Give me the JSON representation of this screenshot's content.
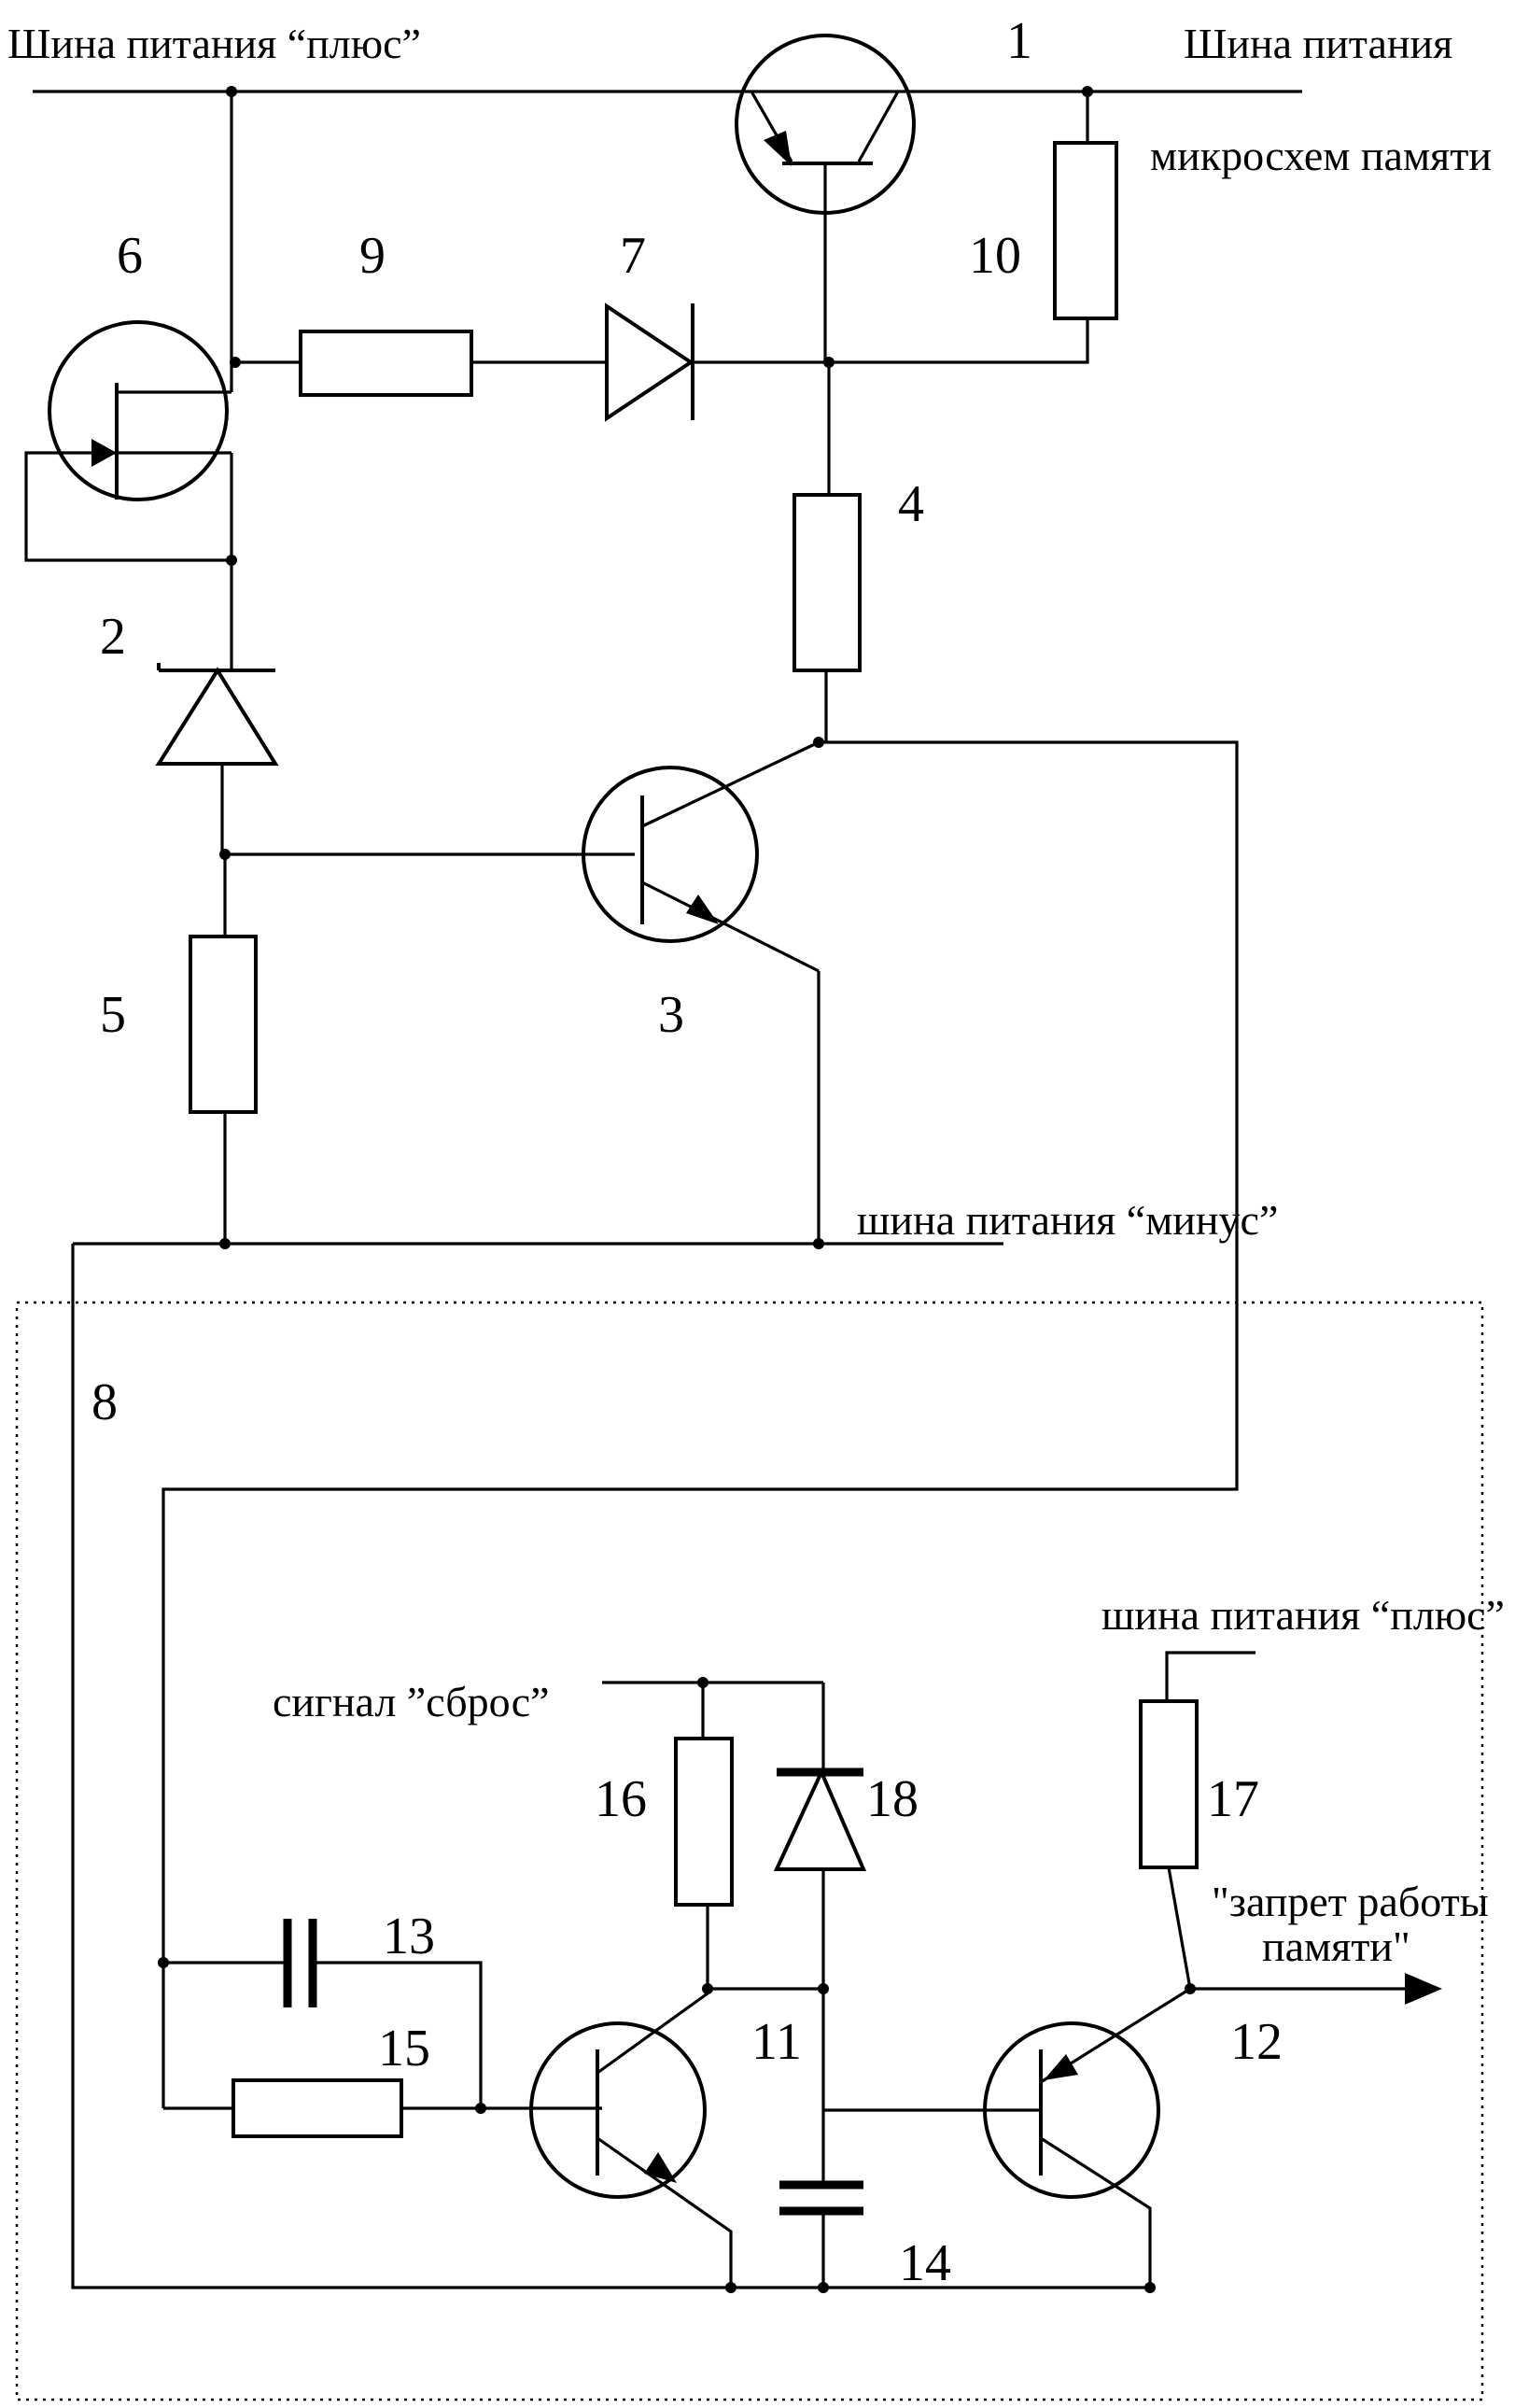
{
  "labels": {
    "bus_plus_top": "Шина питания “плюс”",
    "bus_mem_1": "Шина питания",
    "bus_mem_2": "микросхем памяти",
    "bus_minus": "шина питания “минус”",
    "bus_plus_bottom": "шина питания “плюс”",
    "reset_signal": "сигнал  ”сброс”",
    "mem_inhibit_1": "\"запрет работы",
    "mem_inhibit_2": "памяти\""
  },
  "components": {
    "c1": "1",
    "c2": "2",
    "c3": "3",
    "c4": "4",
    "c5": "5",
    "c6": "6",
    "c7": "7",
    "c8": "8",
    "c9": "9",
    "c10": "10",
    "c11": "11",
    "c12": "12",
    "c13": "13",
    "c14": "14",
    "c15": "15",
    "c16": "16",
    "c17": "17",
    "c18": "18"
  }
}
